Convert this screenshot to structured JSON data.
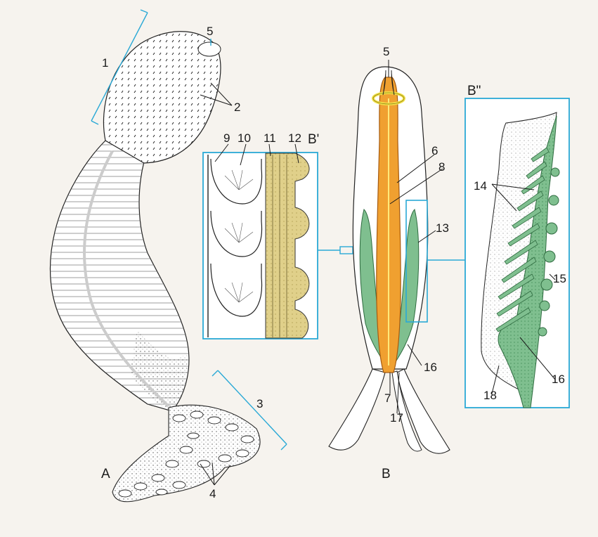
{
  "figure": {
    "panel_labels": {
      "a": "A",
      "b": "B",
      "b_prime": "B'",
      "b_double_prime": "B\""
    },
    "numbers": {
      "n1": "1",
      "n2": "2",
      "n3": "3",
      "n4": "4",
      "n5a": "5",
      "n5b": "5",
      "n6": "6",
      "n7": "7",
      "n8": "8",
      "n9": "9",
      "n10": "10",
      "n11": "11",
      "n12": "12",
      "n13": "13",
      "n14": "14",
      "n15": "15",
      "n16a": "16",
      "n16b": "16",
      "n17": "17",
      "n18": "18"
    },
    "colors": {
      "gut_orange": "#f0a030",
      "gill_green": "#7fbf8f",
      "ring_yellow": "#f3e24a",
      "tissue_tan": "#e0d08a",
      "lead_blue": "#2aa9d6",
      "background": "#f6f3ee"
    }
  }
}
